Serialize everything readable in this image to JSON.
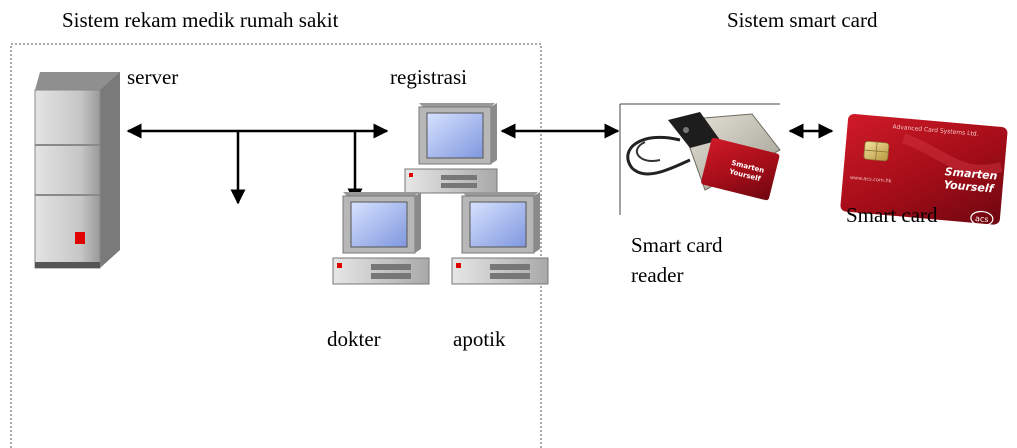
{
  "titles": {
    "hospital_system": "Sistem rekam medik rumah sakit",
    "smartcard_system": "Sistem smart card"
  },
  "labels": {
    "server": "server",
    "registrasi": "registrasi",
    "dokter": "dokter",
    "apotik": "apotik",
    "reader_line1": "Smart card",
    "reader_line2": "reader",
    "smart_card": "Smart card"
  },
  "card_text": {
    "brand": "Advanced Card Systems Ltd.",
    "slogan_line1": "Smarten",
    "slogan_line2": "Yourself",
    "logo": "acs",
    "url": "www.acs.com.hk"
  },
  "colors": {
    "card": "#b0101c",
    "screen": "#9db4f0",
    "server": "#c9c9c9",
    "led": "#e00000"
  }
}
